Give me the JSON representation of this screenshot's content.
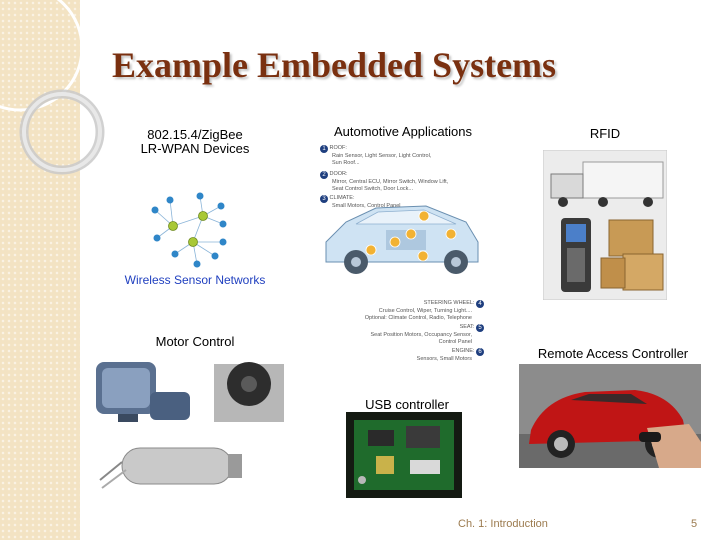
{
  "slide": {
    "title": "Example Embedded Systems",
    "footer_chapter": "Ch. 1: Introduction",
    "page_number": "5"
  },
  "zigbee": {
    "label_line1": "802.15.4/ZigBee",
    "label_line2": "LR-WPAN Devices",
    "caption": "Wireless Sensor Networks"
  },
  "automotive": {
    "label": "Automotive Applications",
    "items": [
      {
        "num": "1",
        "head": "ROOF:",
        "text1": "Rain Sensor, Light Sensor, Light Control,",
        "text2": "Sun Roof..."
      },
      {
        "num": "2",
        "head": "DOOR:",
        "text1": "Mirror, Central ECU, Mirror Switch, Window Lift,",
        "text2": "Seat Control Switch, Door Lock..."
      },
      {
        "num": "3",
        "head": "CLIMATE:",
        "text1": "Small Motors, Control Panel",
        "text2": ""
      },
      {
        "num": "4",
        "head": "STEERING WHEEL:",
        "text1": "Cruise Control, Wiper, Turning Light....",
        "text2": "Optional: Climate Control, Radio, Telephone"
      },
      {
        "num": "5",
        "head": "SEAT:",
        "text1": "Seat Position Motors, Occupancy Sensor,",
        "text2": "Control Panel"
      },
      {
        "num": "6",
        "head": "ENGINE:",
        "text1": "Sensors, Small Motors",
        "text2": ""
      }
    ]
  },
  "rfid": {
    "label": "RFID"
  },
  "motor": {
    "label": "Motor Control"
  },
  "usb": {
    "label": "USB controller"
  },
  "remote": {
    "label": "Remote Access Controller"
  },
  "colors": {
    "title": "#7a3010",
    "zigbee_caption": "#1f3fbf",
    "footer": "#9b7a4e",
    "strip": "#f3e3c3"
  }
}
